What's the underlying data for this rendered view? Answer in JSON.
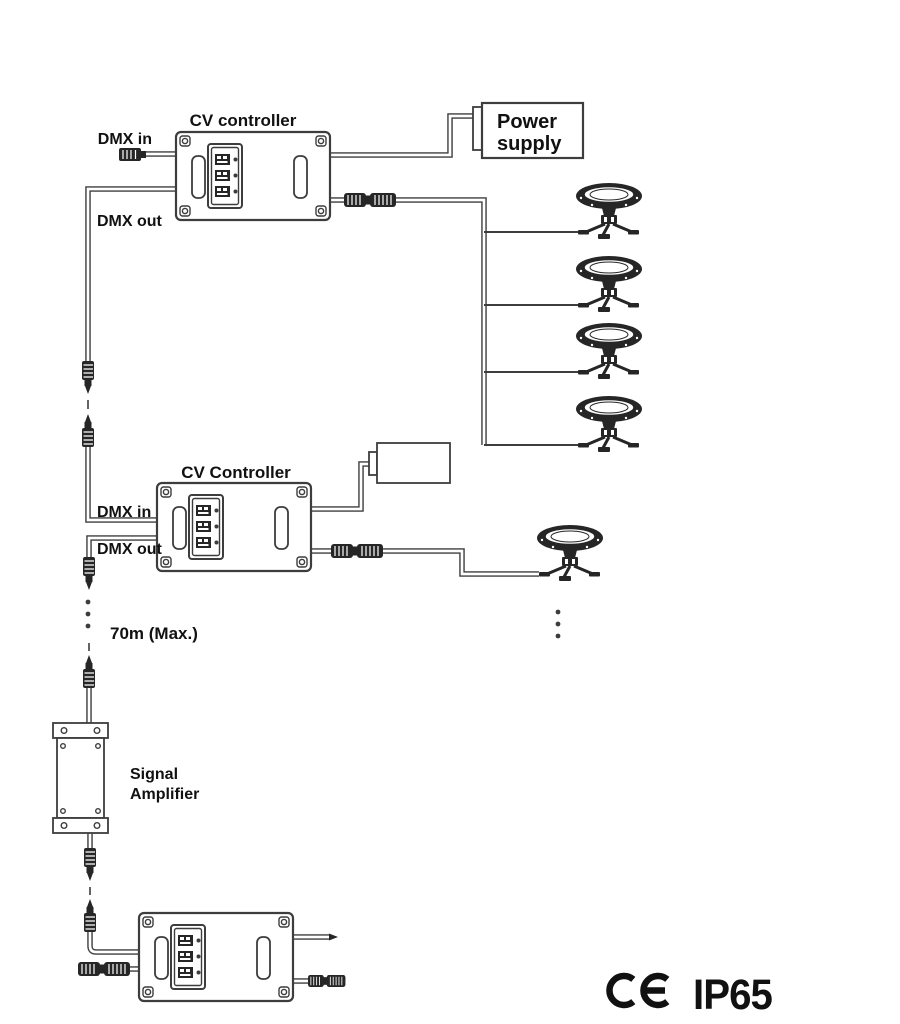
{
  "colors": {
    "line": "#3d3d3d",
    "dark": "#262626",
    "text": "#111111",
    "background": "#ffffff"
  },
  "top_controller": {
    "label": "CV controller",
    "dmx_in": "DMX in",
    "dmx_out": "DMX out"
  },
  "power_supply": {
    "line1": "Power",
    "line2": "supply"
  },
  "middle_controller": {
    "label": "CV Controller",
    "dmx_in": "DMX in",
    "dmx_out": "DMX out"
  },
  "cable_note": "70m (Max.)",
  "signal_amplifier": {
    "line1": "Signal",
    "line2": "Amplifier"
  },
  "lamps": {
    "top_chain_count": 4,
    "middle_chain_count": 1
  },
  "certifications": {
    "ce_mark": "CE",
    "ip_rating": "IP65"
  },
  "icons": {
    "lamp": "led-spotlight-icon",
    "connector_pair": "waterproof-connector-icon",
    "inline_plug": "dmx-plug-icon",
    "dip_panel": "dip-switch-panel-icon",
    "ce": "ce-mark-icon"
  }
}
